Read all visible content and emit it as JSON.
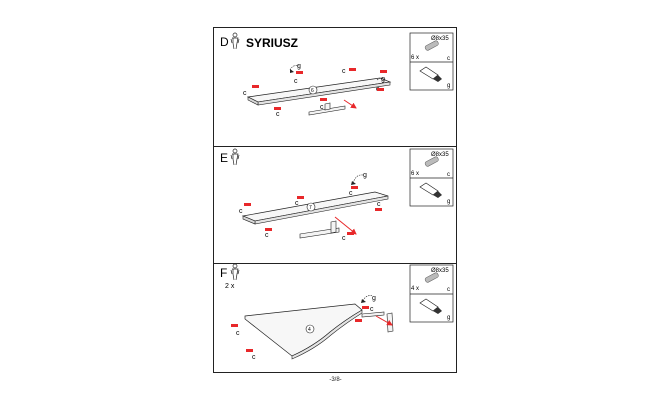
{
  "sections": [
    {
      "letter": "D",
      "title": "SYRIUSZ",
      "part_number": "6",
      "callout_g": "g",
      "callout_c": "c",
      "hardware": {
        "size": "Ø8x35",
        "qty": "6 x",
        "code": "c",
        "glue": "g"
      }
    },
    {
      "letter": "E",
      "part_number": "7",
      "callout_g": "g",
      "callout_c": "c",
      "hardware": {
        "size": "Ø8x35",
        "qty": "6 x",
        "code": "c",
        "glue": "g"
      }
    },
    {
      "letter": "F",
      "multiplier": "2 x",
      "part_number": "4",
      "callout_g": "g",
      "callout_c": "c",
      "hardware": {
        "size": "Ø8x35",
        "qty": "4 x",
        "code": "c",
        "glue": "g"
      }
    }
  ],
  "page_number": "-3/8-",
  "colors": {
    "dowel_marker": "#e8282a",
    "line": "#222222",
    "panel_fill": "#f7f7f7"
  },
  "icons": [
    "person-icon",
    "dowel-icon",
    "glue-bottle-icon",
    "arrow-icon"
  ]
}
